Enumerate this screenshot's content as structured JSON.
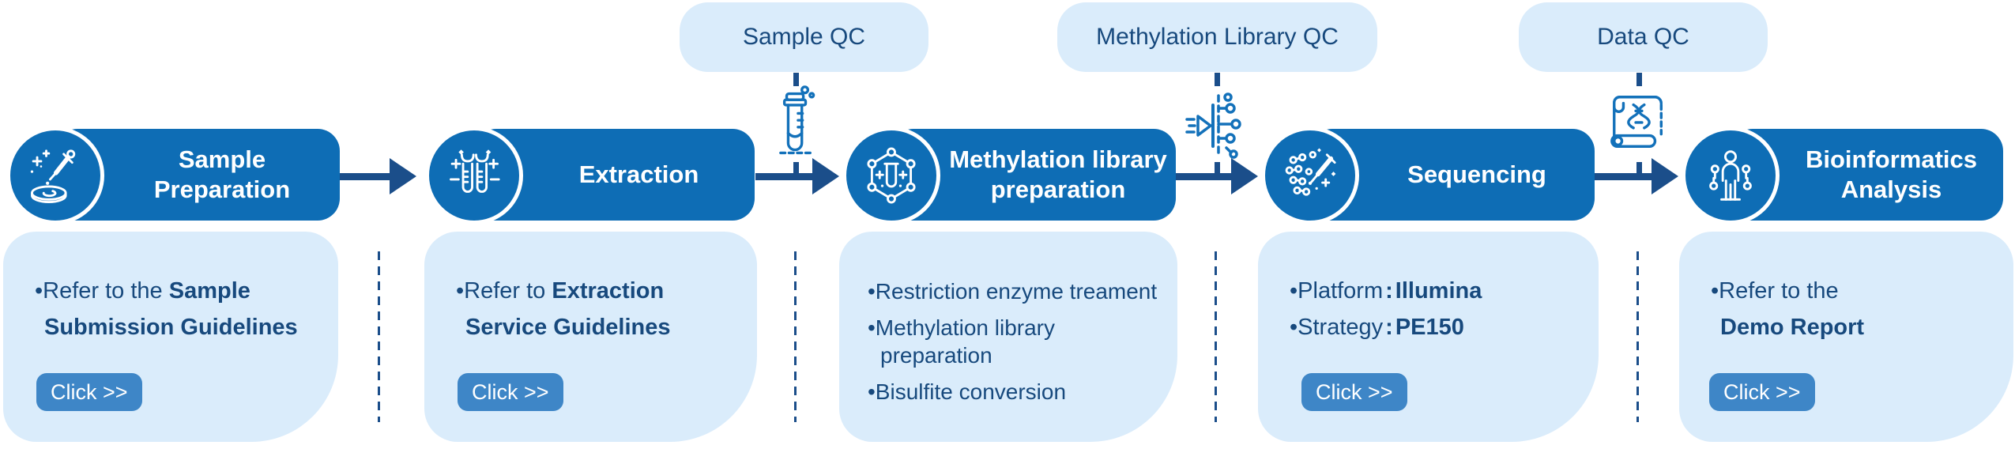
{
  "workflow": {
    "stages": [
      {
        "title_line1": "Sample",
        "title_line2": "Preparation",
        "icon": "petri-dish-dropper-icon"
      },
      {
        "title_line1": "Extraction",
        "title_line2": "",
        "icon": "extraction-test-tubes-icon"
      },
      {
        "title_line1": "Methylation library",
        "title_line2": "preparation",
        "icon": "molecule-test-tube-icon"
      },
      {
        "title_line1": "Sequencing",
        "title_line2": "",
        "icon": "dna-fragments-pipette-icon"
      },
      {
        "title_line1": "Bioinformatics",
        "title_line2": "Analysis",
        "icon": "analyst-person-icon"
      }
    ],
    "qc_callouts": [
      {
        "label": "Sample QC",
        "icon": "sample-test-tube-icon"
      },
      {
        "label": "Methylation Library QC",
        "icon": "library-fragments-icon"
      },
      {
        "label": "Data QC",
        "icon": "data-report-scroll-icon"
      }
    ],
    "detail_panels": [
      {
        "line1_regular": "•Refer to the ",
        "line1_bold": "Sample",
        "line2_bold": "Submission Guidelines",
        "button_label": "Click >>"
      },
      {
        "line1_regular": "•Refer to ",
        "line1_bold": "Extraction",
        "line2_bold": "Service Guidelines",
        "button_label": "Click >>"
      },
      {
        "bullets": [
          "•Restriction enzyme treament",
          "•Methylation library\npreparation",
          "•Bisulfite conversion"
        ]
      },
      {
        "items": [
          {
            "label": "•Platform",
            "colon": ":",
            "value": "Illumina"
          },
          {
            "label": "•Strategy",
            "colon": ":",
            "value": "PE150"
          }
        ],
        "button_label": "Click >>"
      },
      {
        "line1_regular": "•Refer to the",
        "line1_bold": "",
        "line2_bold": "Demo Report",
        "button_label": "Click >>"
      }
    ]
  },
  "colors": {
    "stage_banner_blue": "#0e6db5",
    "arrow_navy": "#1b4e8a",
    "panel_light_blue": "#daecfb",
    "button_blue": "#3e86c7",
    "text_navy": "#17497d",
    "qc_icon_blue": "#1371ba"
  }
}
